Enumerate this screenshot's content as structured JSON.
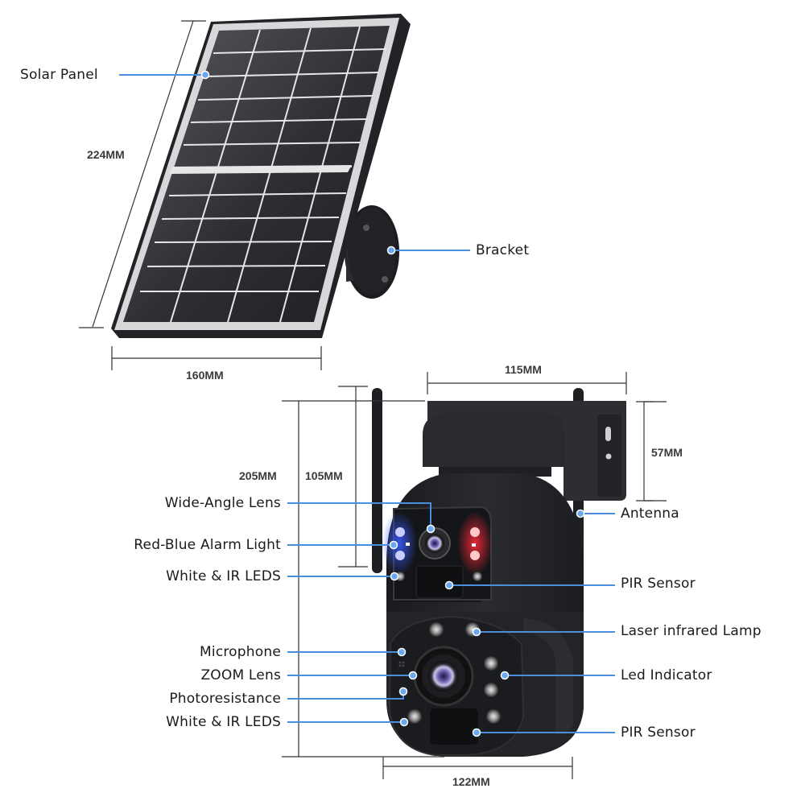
{
  "colors": {
    "callout_line": "#4a8fdb",
    "callout_dot": "#4a8fdb",
    "dimension_line": "#333333",
    "label_text": "#1a1a1a",
    "device_body": "#1f2023"
  },
  "solar_panel": {
    "callouts": [
      {
        "id": "solar-panel",
        "label": "Solar Panel"
      },
      {
        "id": "bracket",
        "label": "Bracket"
      }
    ],
    "dimensions": {
      "height": "224MM",
      "width": "160MM"
    }
  },
  "camera": {
    "left_callouts": [
      {
        "id": "wide-angle-lens",
        "label": "Wide-Angle Lens"
      },
      {
        "id": "red-blue-alarm-light",
        "label": "Red-Blue Alarm Light"
      },
      {
        "id": "white-ir-leds-upper",
        "label": "White & IR LEDS"
      },
      {
        "id": "microphone",
        "label": "Microphone"
      },
      {
        "id": "zoom-lens",
        "label": "ZOOM Lens"
      },
      {
        "id": "photoresistance",
        "label": "Photoresistance"
      },
      {
        "id": "white-ir-leds-lower",
        "label": "White & IR LEDS"
      }
    ],
    "right_callouts": [
      {
        "id": "antenna",
        "label": "Antenna"
      },
      {
        "id": "pir-sensor-upper",
        "label": "PIR Sensor"
      },
      {
        "id": "laser-infrared-lamp",
        "label": "Laser infrared Lamp"
      },
      {
        "id": "led-indicator",
        "label": "Led Indicator"
      },
      {
        "id": "pir-sensor-lower",
        "label": "PIR Sensor"
      }
    ],
    "dimensions": {
      "total_height": "205MM",
      "upper_height": "105MM",
      "mount_width": "115MM",
      "mount_height": "57MM",
      "body_width": "122MM"
    }
  }
}
